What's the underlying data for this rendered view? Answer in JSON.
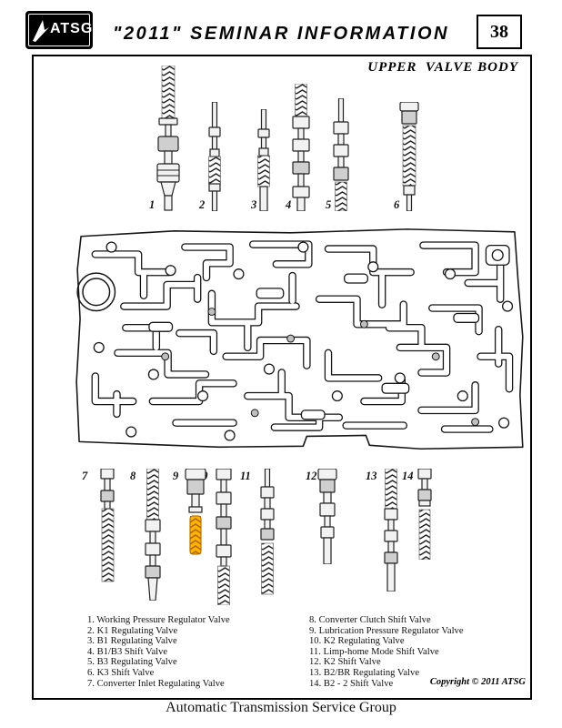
{
  "header": {
    "logo_text": "ATSG",
    "title": "\"2011\" SEMINAR INFORMATION",
    "page_number": "38"
  },
  "diagram": {
    "title": "UPPER  VALVE BODY",
    "top_numbers": [
      "1",
      "2",
      "3",
      "4",
      "5",
      "6"
    ],
    "bottom_numbers": [
      "7",
      "8",
      "9",
      "10",
      "11",
      "12",
      "13",
      "14"
    ],
    "highlight_color": "#FFB404"
  },
  "legend": {
    "left": [
      "1. Working Pressure Regulator Valve",
      "2. K1 Regulating Valve",
      "3. B1 Regulating Valve",
      "4. B1/B3 Shift Valve",
      "5. B3 Regulating Valve",
      "6. K3 Shift Valve",
      "7. Converter Inlet Regulating Valve"
    ],
    "right": [
      "8. Converter Clutch Shift Valve",
      "9. Lubrication Pressure Regulator Valve",
      "10. K2 Regulating Valve",
      "11. Limp-home Mode Shift Valve",
      "12. K2 Shift Valve",
      "13. B2/BR Regulating Valve",
      "14. B2 - 2 Shift Valve"
    ],
    "copyright": "Copyright © 2011 ATSG"
  },
  "footer": {
    "text": "Automatic Transmission Service Group"
  }
}
